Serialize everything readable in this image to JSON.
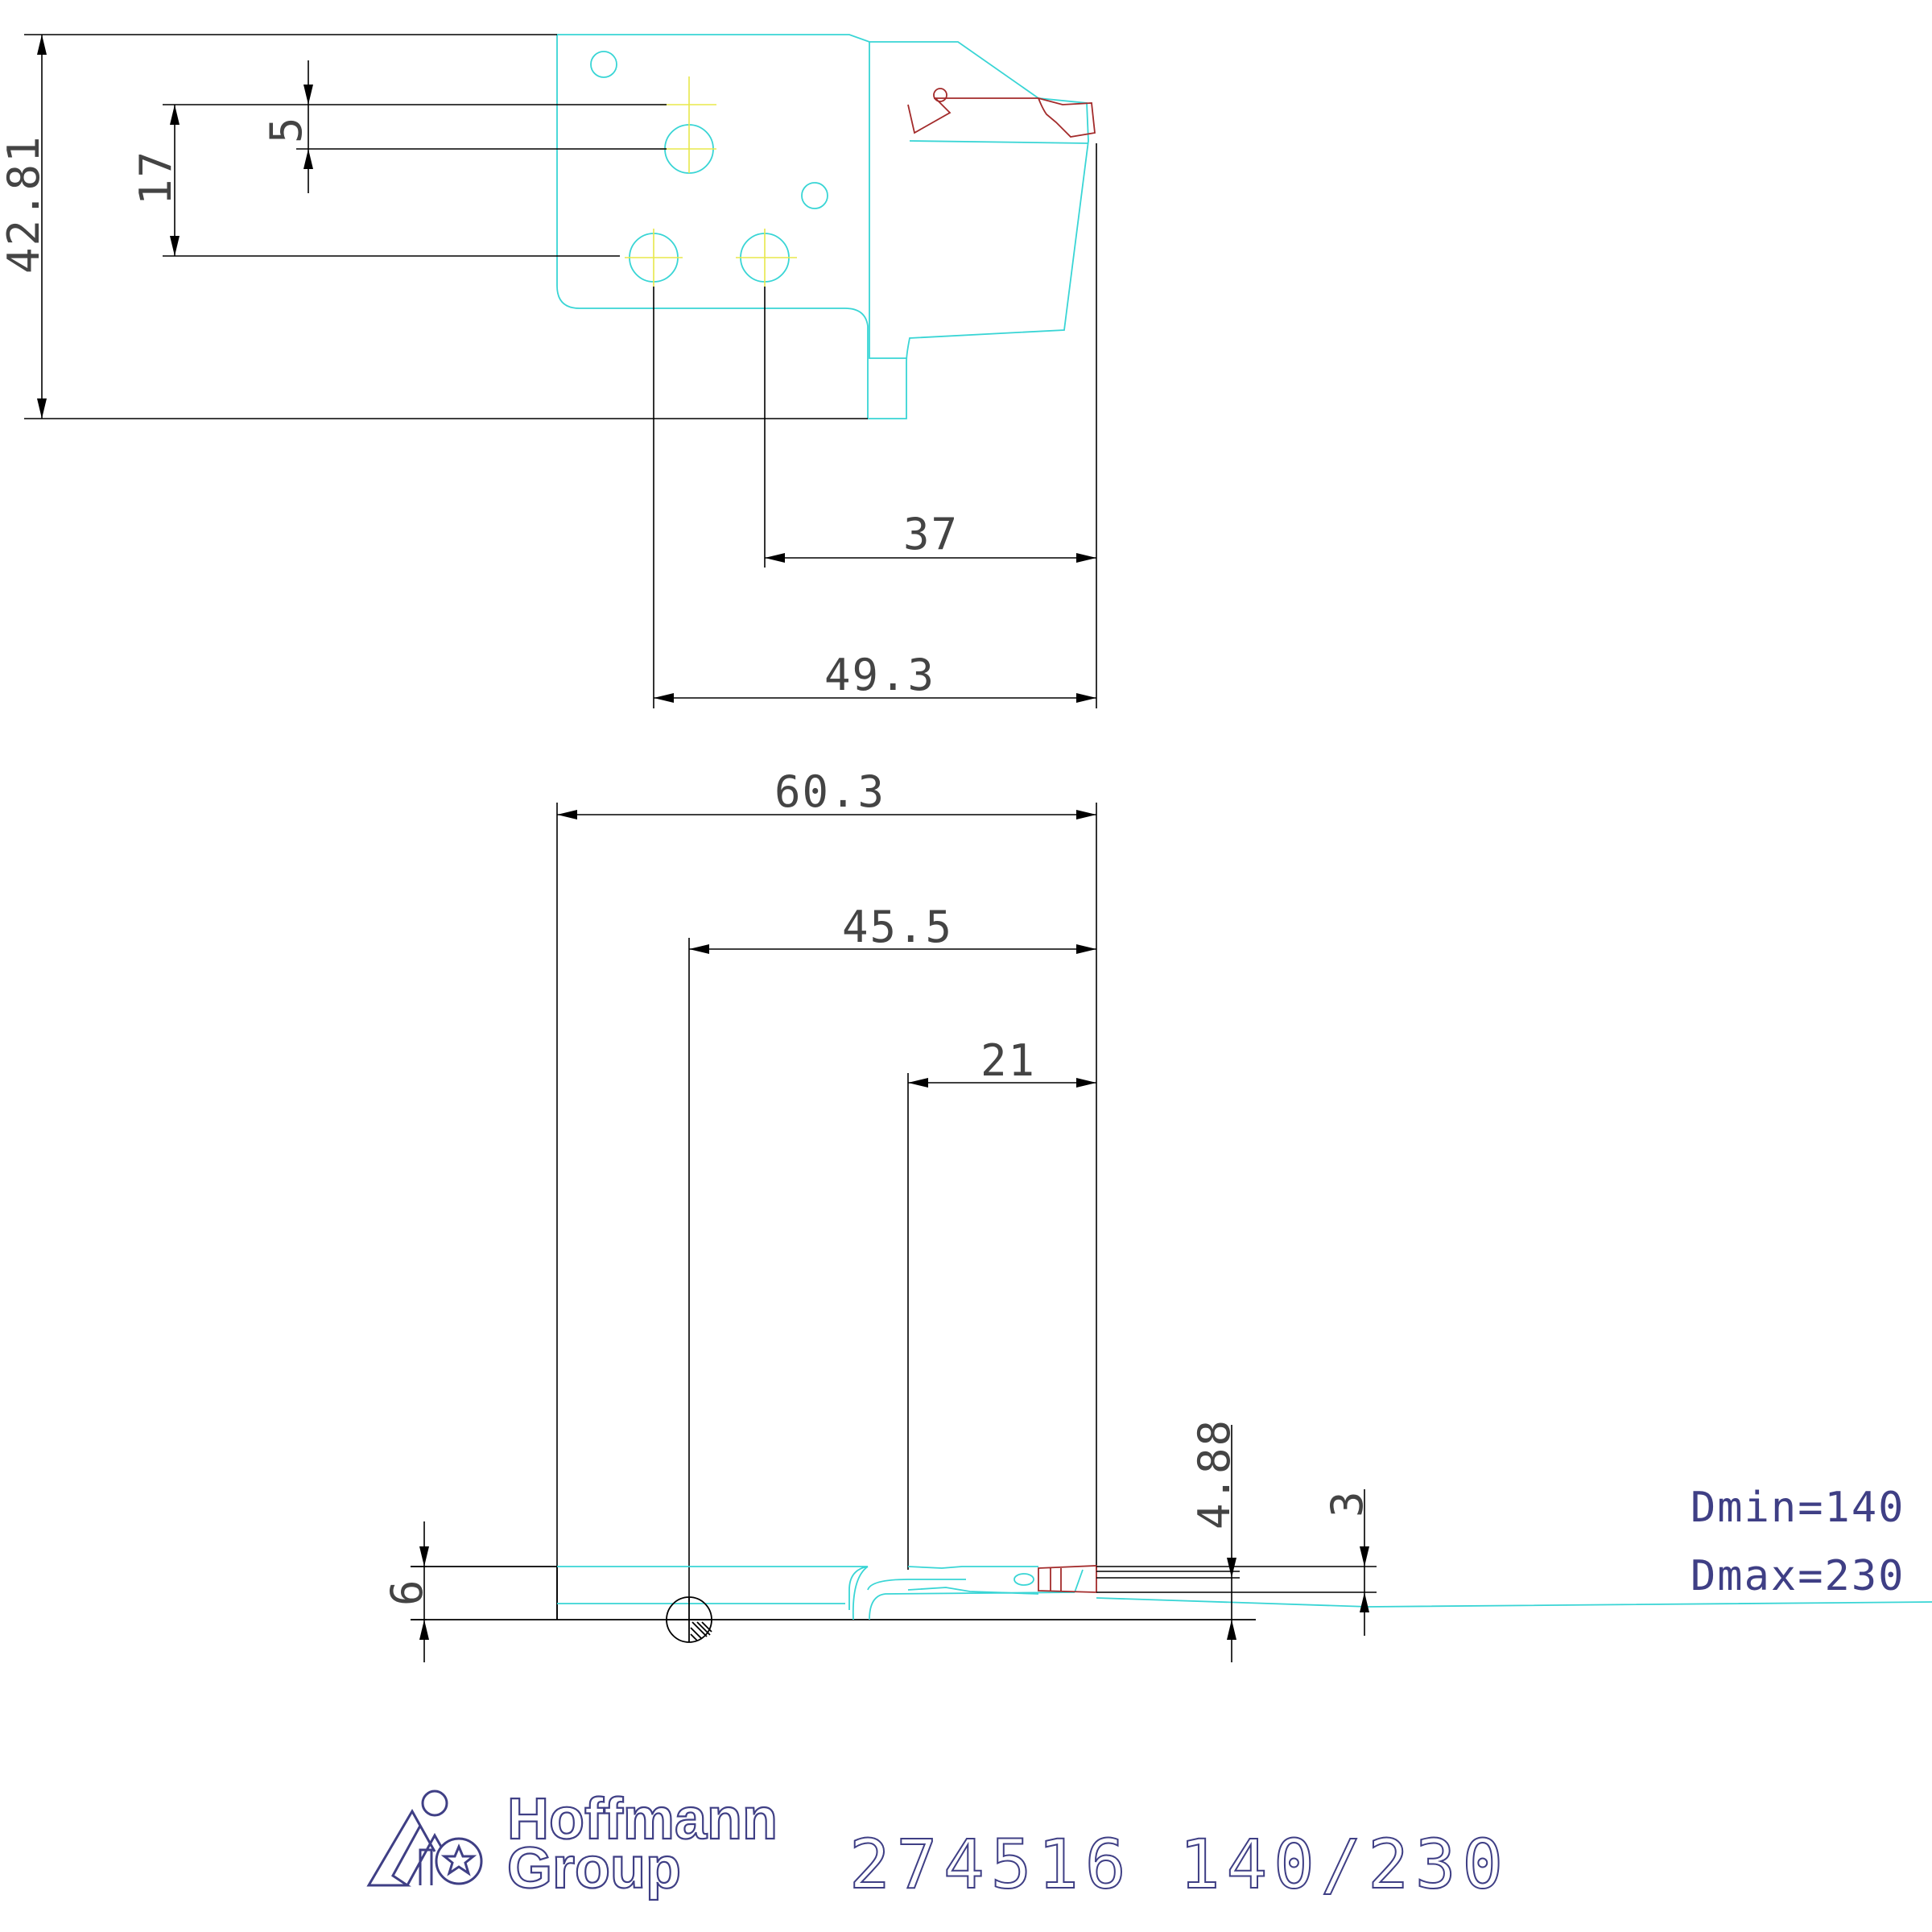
{
  "dimensions": {
    "total_height": "42.81",
    "offset_5": "5",
    "offset_17": "17",
    "dist_37": "37",
    "dist_49_3": "49.3",
    "width_60_3": "60.3",
    "width_45_5": "45.5",
    "width_21": "21",
    "height_4_88": "4.88",
    "height_3": "3",
    "thickness_6": "6"
  },
  "specs": {
    "dmin": "Dmin=140",
    "dmax": "Dmax=230"
  },
  "title_block": {
    "brand_line1": "Hoffmann",
    "brand_line2": "Group",
    "part_label": "274516 140/230"
  },
  "colors": {
    "dimension_lines": "#000000",
    "tool_outline": "#39d5d5",
    "centerlines": "#e8e84a",
    "insert": "#a32b2b",
    "title_text": "#3f3f85"
  }
}
